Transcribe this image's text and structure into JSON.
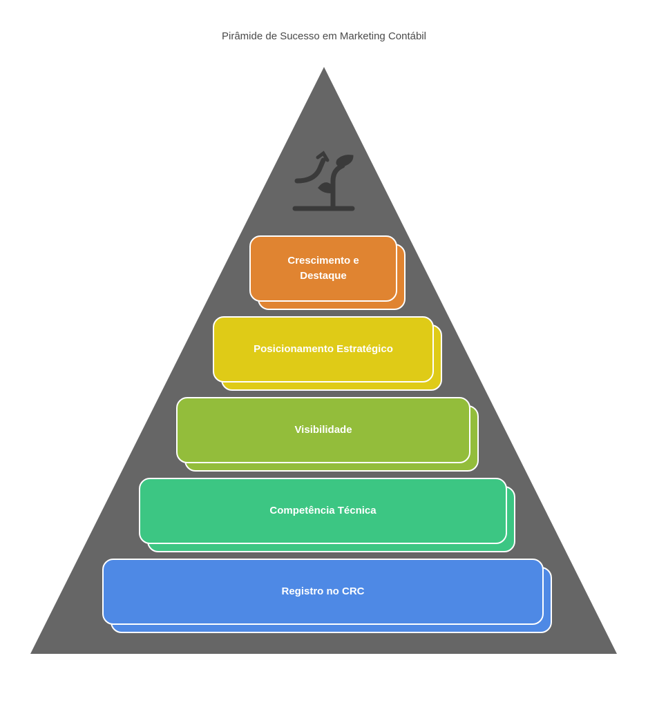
{
  "title": "Pirâmide de Sucesso em Marketing Contábil",
  "pyramid_color": "#666666",
  "icon": "growth-sprout-icon",
  "levels": [
    {
      "label": "Crescimento e\nDestaque",
      "color": "#E08431"
    },
    {
      "label": "Posicionamento Estratégico",
      "color": "#DFCB17"
    },
    {
      "label": "Visibilidade",
      "color": "#93BD3B"
    },
    {
      "label": "Competência Técnica",
      "color": "#3CC683"
    },
    {
      "label": "Registro no CRC",
      "color": "#4E89E5"
    }
  ]
}
